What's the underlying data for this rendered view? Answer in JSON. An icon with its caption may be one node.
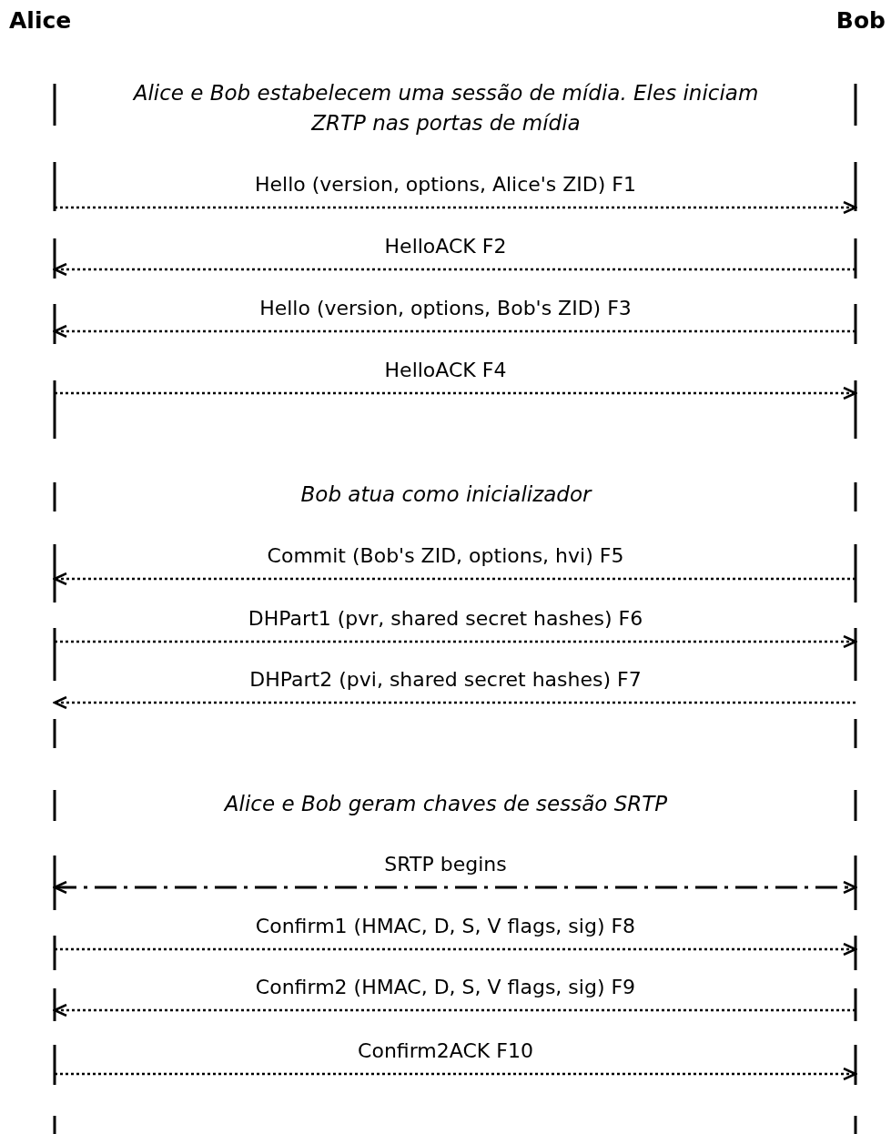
{
  "diagram": {
    "nodes": [
      {
        "text": [
          "Alice"
        ]
      },
      {
        "text": [
          "Bob"
        ]
      }
    ],
    "edges": [
      {
        "from": 0,
        "to": 1,
        "arrow": "to",
        "label": "Hello (version, options, Alice's ZID) F1"
      },
      {
        "from": 1,
        "to": 0,
        "arrow": "to",
        "label": "HelloACK F2"
      },
      {
        "from": 1,
        "to": 0,
        "arrow": "to",
        "label": "Hello (version, options, Bob's ZID) F3"
      },
      {
        "from": 0,
        "to": 1,
        "arrow": "to",
        "label": "HelloACK F4"
      },
      {
        "from": 1,
        "to": 0,
        "arrow": "to",
        "label": "Commit (Bob's ZID, options, hvi) F5"
      },
      {
        "from": 0,
        "to": 1,
        "arrow": "to",
        "label": "DHPart1 (pvr, shared secret hashes) F6"
      },
      {
        "from": 1,
        "to": 0,
        "arrow": "to",
        "label": "DHPart2 (pvi, shared secret hashes) F7"
      },
      {
        "from": 0,
        "to": 1,
        "arrow": "both",
        "label": "SRTP begins",
        "style": "dashed"
      },
      {
        "from": 0,
        "to": 1,
        "arrow": "to",
        "label": "Confirm1 (HMAC, D, S, V flags, sig) F8"
      },
      {
        "from": 1,
        "to": 0,
        "arrow": "to",
        "label": "Confirm2 (HMAC, D, S, V flags, sig) F9"
      },
      {
        "from": 0,
        "to": 1,
        "arrow": "to",
        "label": "Confirm2ACK F10"
      }
    ],
    "labels": [
      "Alice e Bob estabelecem uma sessão de mídia. Eles iniciam ZRTP nas portas de mídia",
      "Bob atua como inicializador",
      "Alice e Bob geram chaves de sessão SRTP"
    ]
  }
}
